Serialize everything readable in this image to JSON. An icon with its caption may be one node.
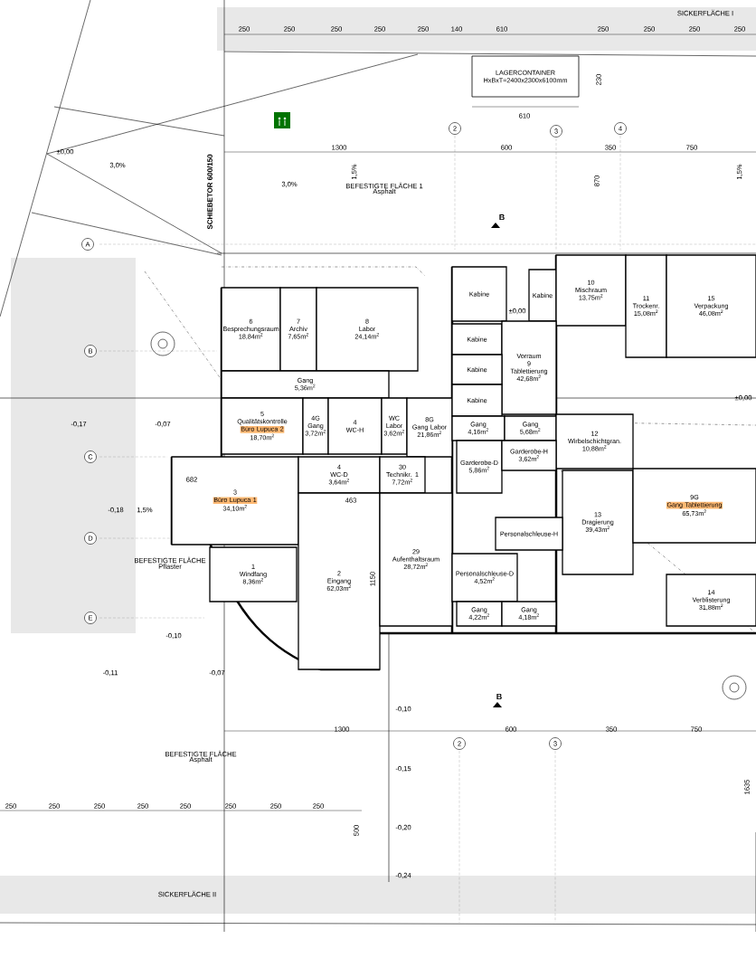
{
  "diagram": {
    "nodes": [
      {
        "text": [
          "LAGERCONTAINER",
          "HxBxT=2400x2300x6100mm"
        ]
      },
      {
        "text": [
          "6",
          "Besprechungsraum",
          "18,84m$^{2}$"
        ]
      },
      {
        "text": [
          "7",
          "Archiv",
          "7,65m$^{2}$"
        ]
      },
      {
        "text": [
          "8",
          "Labor",
          "24,14m$^{2}$"
        ]
      },
      {
        "text": [
          "Gang",
          "5,36m$^{2}$"
        ]
      },
      {
        "text": [
          "5",
          "Qualitätskontrolle",
          "Büro Lupuса 2",
          "18,70m$^{2}$"
        ]
      },
      {
        "text": [
          "4G",
          "Gang",
          "3,72m$^{2}$"
        ]
      },
      {
        "text": [
          "4",
          "WC-H"
        ]
      },
      {
        "text": [
          "WC Labor",
          "3,62m$^{2}$"
        ]
      },
      {
        "text": [
          "8G",
          "Gang Labor",
          "21,86m$^{2}$"
        ]
      },
      {
        "text": [
          "3",
          "Büro Lupuса 1",
          "34,10m$^{2}$"
        ]
      },
      {
        "text": [
          "4",
          "WC-D",
          "3,64m$^{2}$"
        ]
      },
      {
        "text": [
          "30",
          "Technikr. 1",
          "7,72m$^{2}$"
        ]
      },
      {
        "text": [
          "2",
          "Eingang",
          "62,03m$^{2}$"
        ]
      },
      {
        "text": [
          "1",
          "Windfang",
          "8,36m$^{2}$"
        ]
      },
      {
        "text": [
          "29",
          "Aufenthaltsraum",
          "28,72m$^{2}$"
        ]
      },
      {
        "text": [
          "Kabine"
        ]
      },
      {
        "text": [
          "Kabine"
        ]
      },
      {
        "text": [
          "10",
          "Mischraum",
          "13,75m$^{2}$"
        ]
      },
      {
        "text": [
          "11",
          "Trockenr.",
          "15,08m$^{2}$"
        ]
      },
      {
        "text": [
          "15",
          "Verpackung",
          "46,08m$^{2}$"
        ]
      },
      {
        "text": [
          "Kabine"
        ]
      },
      {
        "text": [
          "Vorraum",
          "9",
          "Tablettierung",
          "42,68m$^{2}$"
        ]
      },
      {
        "text": [
          "Kabine"
        ]
      },
      {
        "text": [
          "Kabine"
        ]
      },
      {
        "text": [
          "Gang",
          "4,16m$^{2}$"
        ]
      },
      {
        "text": [
          "Gang",
          "5,68m$^{2}$"
        ]
      },
      {
        "text": [
          "12",
          "Wirbelschichtgran.",
          "10,88m$^{2}$"
        ]
      },
      {
        "text": [
          "Garderobe-D",
          "5,86m$^{2}$"
        ]
      },
      {
        "text": [
          "Garderobe-H",
          "3,62m$^{2}$"
        ]
      },
      {
        "text": [
          "13",
          "Dragierung",
          "39,43m$^{2}$"
        ]
      },
      {
        "text": [
          "9G",
          "Gang Tablettierung",
          "65,73m$^{2}$"
        ]
      },
      {
        "text": [
          "Personalschleuse-H"
        ]
      },
      {
        "text": [
          "Personalschleuse-D",
          "4,52m$^{2}$"
        ]
      },
      {
        "text": [
          "Gang",
          "4,22m$^{2}$"
        ]
      },
      {
        "text": [
          "Gang",
          "4,18m$^{2}$"
        ]
      },
      {
        "text": [
          "14",
          "Verblisterung",
          "31,88m$^{2}$"
        ]
      },
      {
        "text": [
          "A"
        ]
      },
      {
        "text": [
          "B"
        ]
      },
      {
        "text": [
          "C"
        ]
      },
      {
        "text": [
          "D"
        ]
      },
      {
        "text": [
          "E"
        ]
      },
      {
        "text": [
          "2"
        ]
      },
      {
        "text": [
          "3"
        ]
      },
      {
        "text": [
          "4"
        ]
      },
      {
        "text": [
          "2"
        ]
      },
      {
        "text": [
          "3"
        ]
      }
    ],
    "labels": [
      "SICKERFLÄCHE I",
      "250",
      "250",
      "250",
      "250",
      "250",
      "140",
      "610",
      "250",
      "250",
      "250",
      "250",
      "610",
      "230",
      "1300",
      "600",
      "350",
      "750",
      "±0,00",
      "3,0%",
      "3,0%",
      "1,5%",
      "SCHIEBETOR 600/150",
      "BEFESTIGTE FLÄCHE 1",
      "Asphalt",
      "870",
      "B",
      "1,5%",
      "-0,17",
      "-0,07",
      "-0,18",
      "1,5%",
      "BEFESTIGTE FLÄCHE",
      "Pflaster",
      "682",
      "463",
      "1150",
      "-0,10",
      "-0,11",
      "-0,07",
      "B",
      "-0,10",
      "1300",
      "600",
      "350",
      "750",
      "BEFESTIGTE FLÄCHE",
      "Asphalt",
      "-0,15",
      "1635",
      "250",
      "250",
      "250",
      "250",
      "250",
      "250",
      "250",
      "250",
      "500",
      "-0,20",
      "-0,24",
      "SICKERFLÄCHE II",
      "±0,00",
      "±0,00"
    ]
  }
}
